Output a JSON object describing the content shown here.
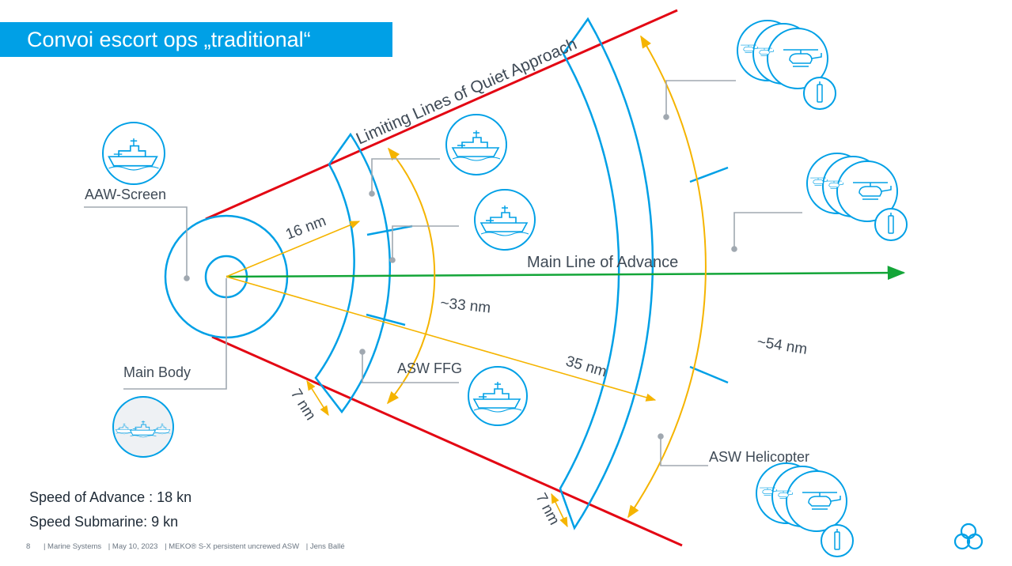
{
  "title": "Convoi escort ops „traditional“",
  "labels": {
    "limiting_lines": "Limiting Lines of Quiet Approach",
    "main_line": "Main Line of Advance",
    "aaw_screen": "AAW-Screen",
    "main_body": "Main Body",
    "asw_ffg": "ASW FFG",
    "asw_helicopter": "ASW Helicopter"
  },
  "distances": {
    "d16": "16 nm",
    "d33": "~33 nm",
    "d35": "35 nm",
    "d54": "~54 nm",
    "d7a": "7 nm",
    "d7b": "7 nm"
  },
  "speeds": {
    "advance": "Speed of Advance : 18 kn",
    "submarine": "Speed Submarine:  9 kn"
  },
  "footer": {
    "page": "8",
    "org": "| Marine Systems",
    "date": "| May 10, 2023",
    "topic": "| MEKO® S-X persistent uncrewed ASW",
    "author": "| Jens Ballé"
  },
  "colors": {
    "accent": "#00a0e6",
    "limit_lines": "#e30613",
    "advance_line": "#13a538",
    "distance_arrows": "#f5b400",
    "callouts": "#a0a8b0"
  },
  "icons": [
    "frigate-icon",
    "convoy-icon",
    "helicopter-icon",
    "sonobuoy-icon",
    "brand-logo-icon"
  ]
}
